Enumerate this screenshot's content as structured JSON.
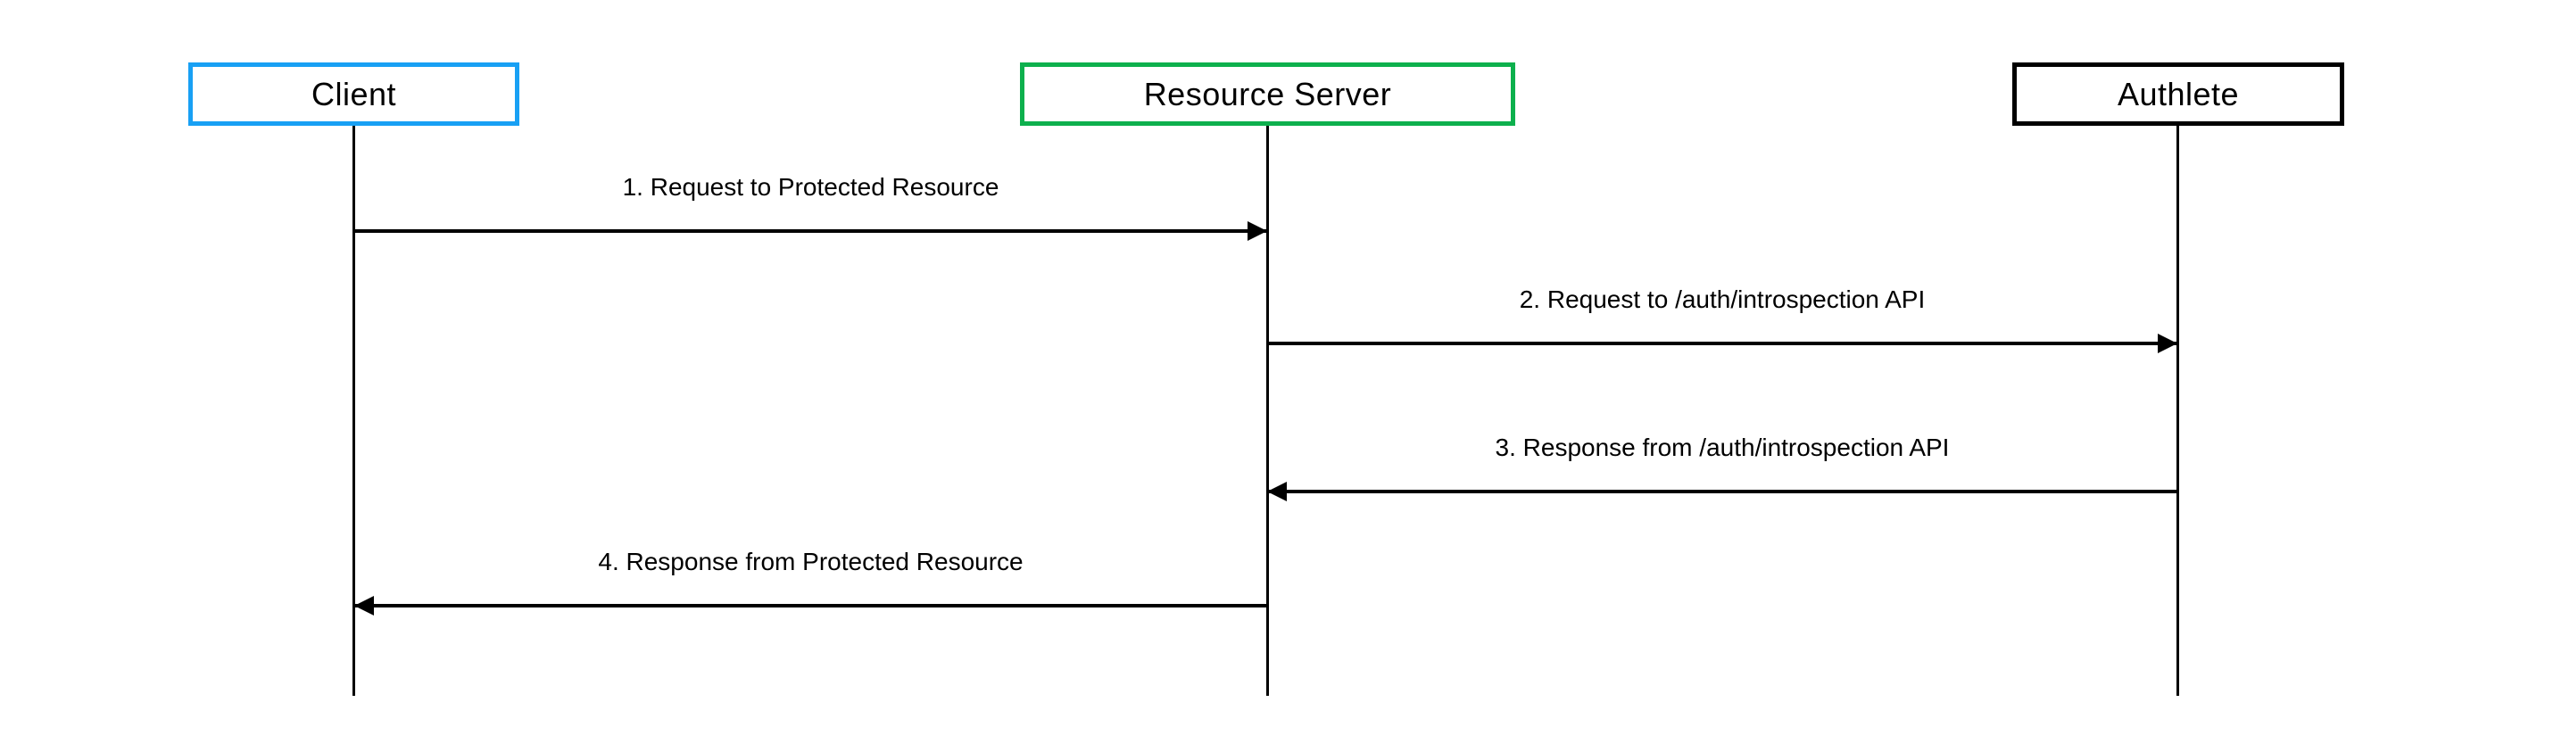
{
  "diagram_type": "sequence-diagram",
  "actors": [
    {
      "name": "Client",
      "border_color": "#18A0F4"
    },
    {
      "name": "Resource Server",
      "border_color": "#0DB04D"
    },
    {
      "name": "Authlete",
      "border_color": "#000000"
    }
  ],
  "messages": [
    {
      "label": "1. Request to Protected Resource",
      "from": "Client",
      "to": "Resource Server",
      "direction": "right"
    },
    {
      "label": "2. Request to /auth/introspection API",
      "from": "Resource Server",
      "to": "Authlete",
      "direction": "right"
    },
    {
      "label": "3. Response from /auth/introspection API",
      "from": "Authlete",
      "to": "Resource Server",
      "direction": "left"
    },
    {
      "label": "4. Response from Protected Resource",
      "from": "Resource Server",
      "to": "Client",
      "direction": "left"
    }
  ],
  "colors": {
    "background": "#ffffff",
    "line": "#000000",
    "text": "#000000"
  }
}
